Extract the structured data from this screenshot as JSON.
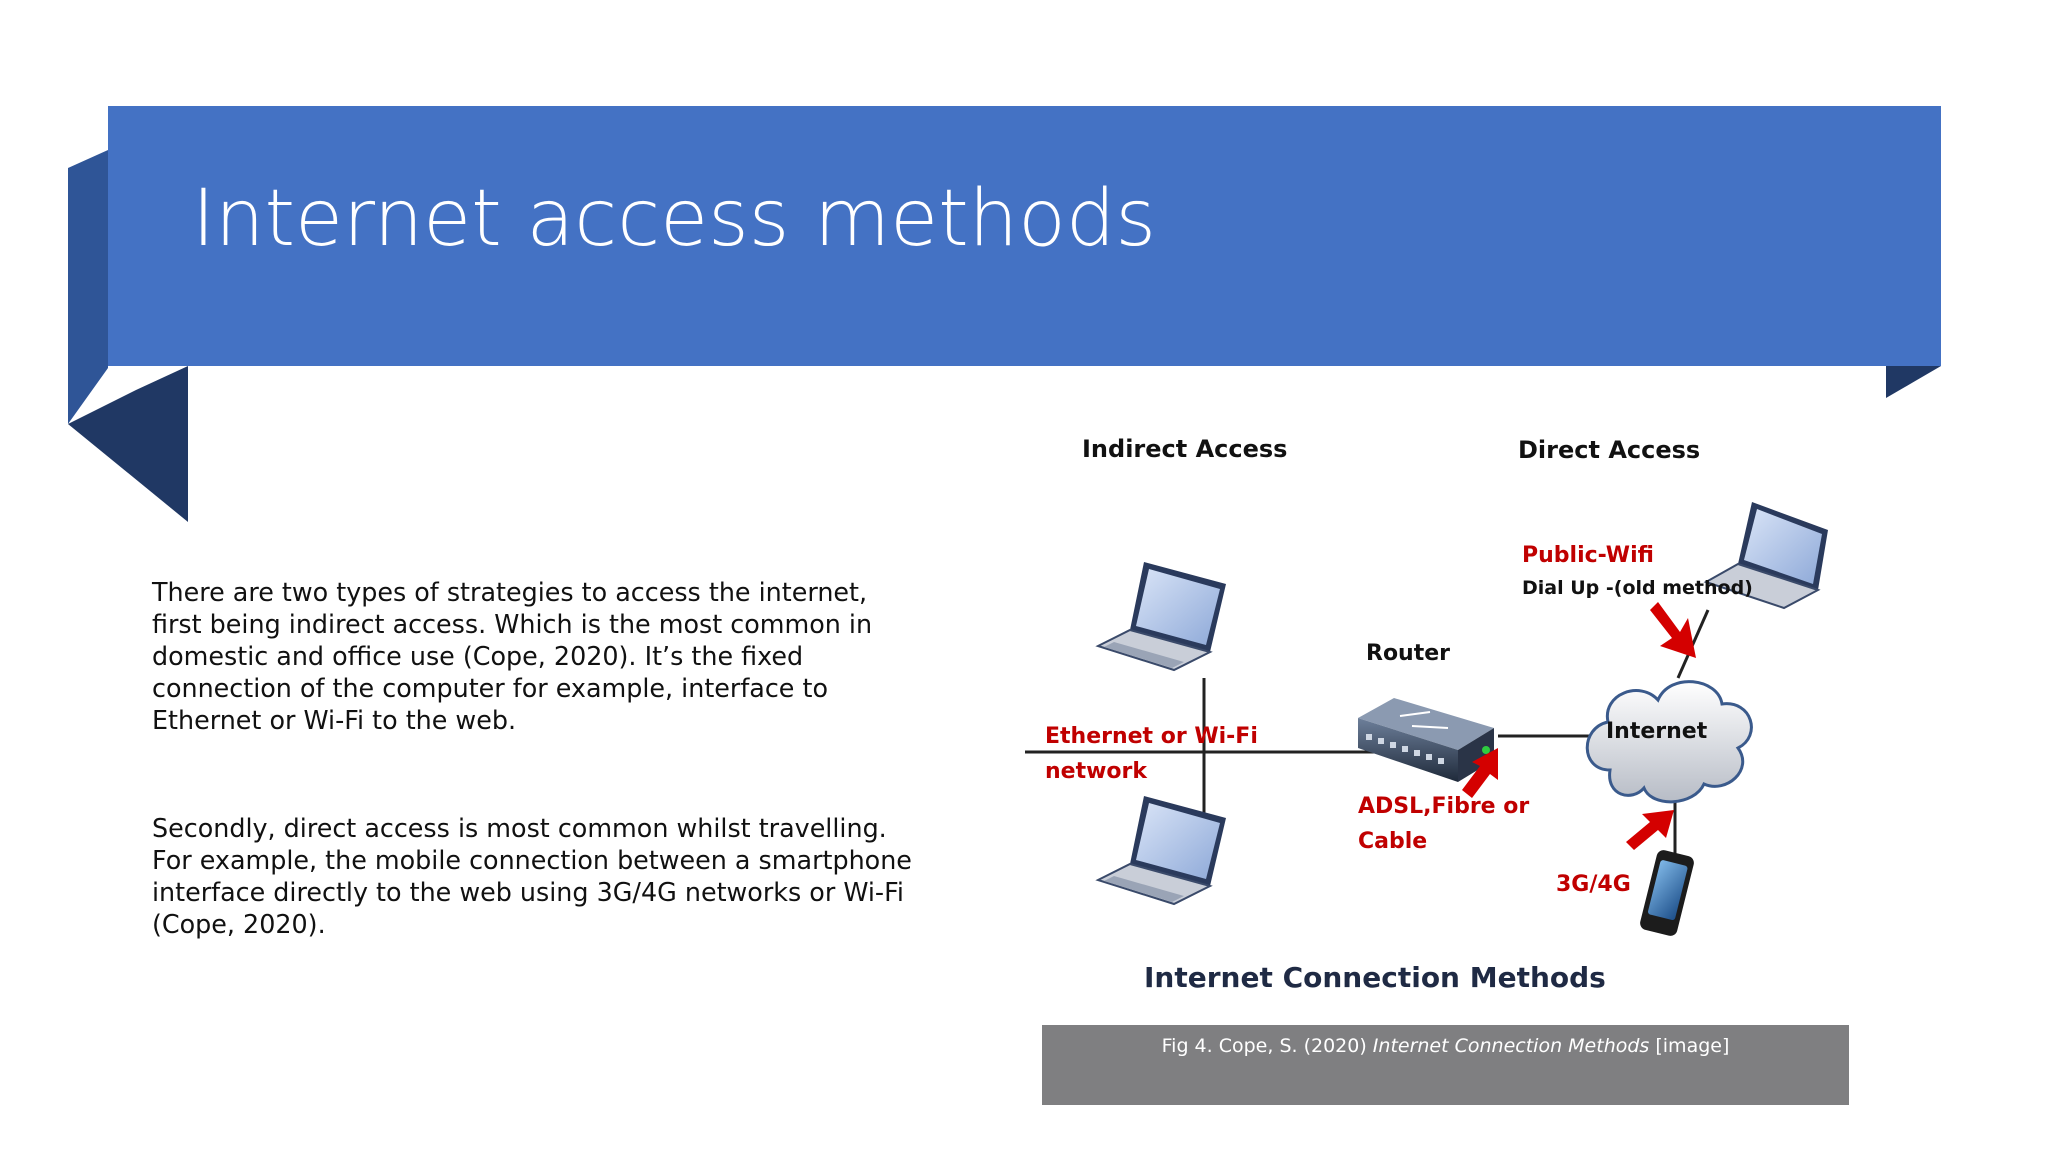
{
  "slide": {
    "title": "Internet access methods",
    "paragraphs": [
      "There are two types of strategies to access the internet, first being indirect access. Which is the most common in domestic and office use (Cope, 2020). It’s the fixed connection of the computer for example, interface to Ethernet or Wi-Fi to the web.",
      "Secondly, direct access is most common whilst travelling. For example, the mobile connection between a smartphone interface directly to the web using 3G/4G networks or Wi-Fi (Cope, 2020)."
    ],
    "accent_color": "#4472c4",
    "accent_dark": "#203864"
  },
  "diagram": {
    "heading_indirect": "Indirect Access",
    "heading_direct": "Direct Access",
    "label_public_wifi": "Public-Wifi",
    "label_dial_up": "Dial Up -(old method)",
    "label_router": "Router",
    "label_internet": "Internet",
    "label_ethernet_1": "Ethernet or Wi-Fi",
    "label_ethernet_2": "network",
    "label_adsl_1": "ADSL,Fibre or",
    "label_adsl_2": "Cable",
    "label_3g4g": "3G/4G",
    "caption_title": "Internet Connection Methods",
    "label_color": "#c00000"
  },
  "caption": {
    "prefix": "Fig 4. Cope, S. (2020) ",
    "title": "Internet Connection Methods",
    "suffix": " [image]"
  }
}
